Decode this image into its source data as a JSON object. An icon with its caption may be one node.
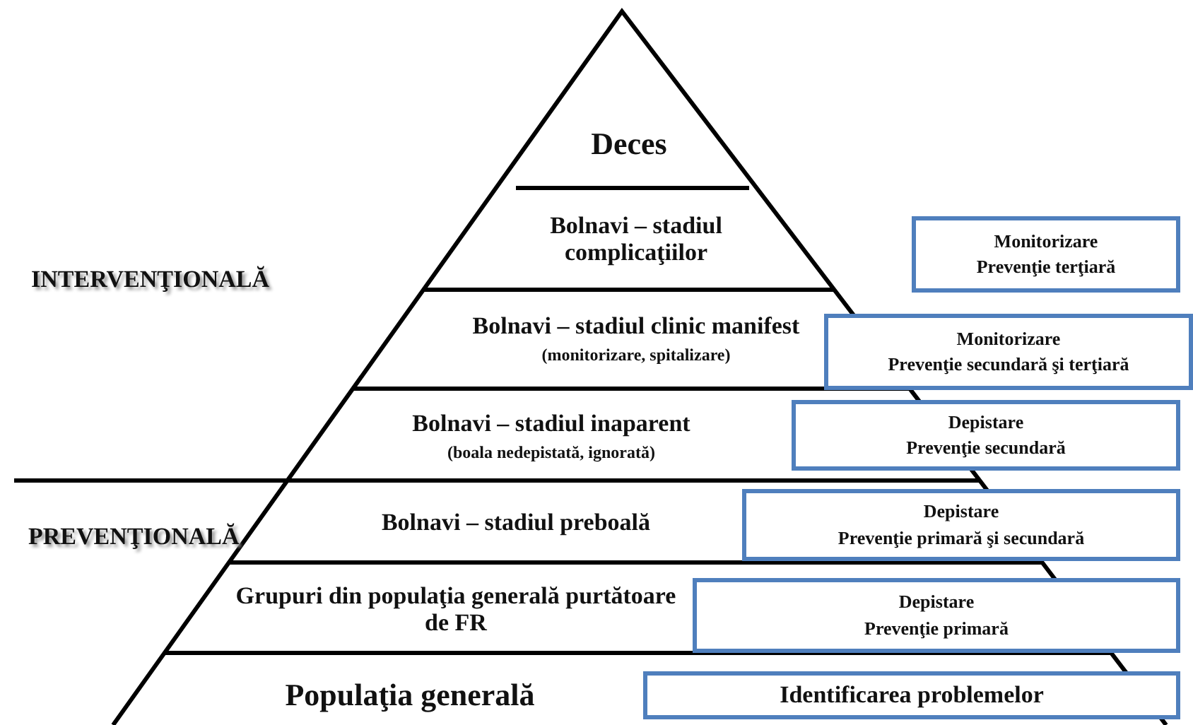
{
  "diagram": {
    "nodes": [
      {
        "text": [
          "Deces"
        ]
      },
      {
        "text": [
          "Bolnavi – stadiul complicaţiilor"
        ]
      },
      {
        "text": [
          "Bolnavi – stadiul clinic manifest",
          "(monitorizare, spitalizare)"
        ]
      },
      {
        "text": [
          "Bolnavi – stadiul inaparent",
          "(boala nedepistată, ignorată)"
        ]
      },
      {
        "text": [
          "Bolnavi – stadiul preboală"
        ]
      },
      {
        "text": [
          "Grupuri din populaţia generală purtătoare de FR"
        ]
      },
      {
        "text": [
          "Populaţia generală"
        ]
      },
      {
        "text": [
          "Monitorizare",
          "Prevenţie terţiară"
        ]
      },
      {
        "text": [
          "Monitorizare",
          "Prevenţie secundară şi terţiară"
        ]
      },
      {
        "text": [
          "Depistare",
          "Prevenţie secundară"
        ]
      },
      {
        "text": [
          "Depistare",
          "Prevenţie primară şi secundară"
        ]
      },
      {
        "text": [
          "Depistare",
          "Prevenţie primară"
        ]
      },
      {
        "text": [
          "Identificarea problemelor"
        ]
      }
    ],
    "edges": [],
    "labels": [
      "INTERVENŢIONALĂ",
      "PREVENŢIONALĂ"
    ]
  }
}
